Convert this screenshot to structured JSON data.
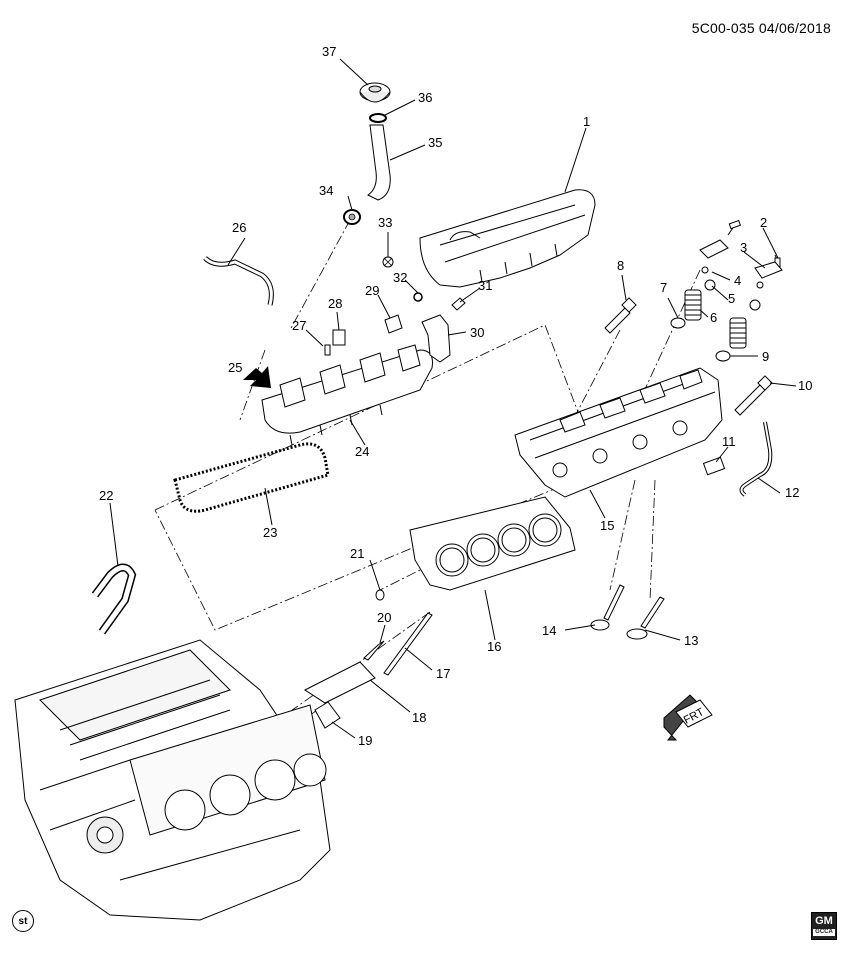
{
  "header": {
    "doc_code": "5C00-035",
    "date": "04/06/2018"
  },
  "badges": {
    "st": "st",
    "gm_top": "GM",
    "gm_bottom": "GCCA"
  },
  "front_arrow": {
    "label": "FRT"
  },
  "callouts": [
    "1",
    "2",
    "3",
    "4",
    "5",
    "6",
    "7",
    "8",
    "9",
    "10",
    "11",
    "12",
    "13",
    "14",
    "15",
    "16",
    "17",
    "18",
    "19",
    "20",
    "21",
    "22",
    "23",
    "24",
    "25",
    "26",
    "27",
    "28",
    "29",
    "30",
    "31",
    "32",
    "33",
    "34",
    "35",
    "36",
    "37"
  ]
}
